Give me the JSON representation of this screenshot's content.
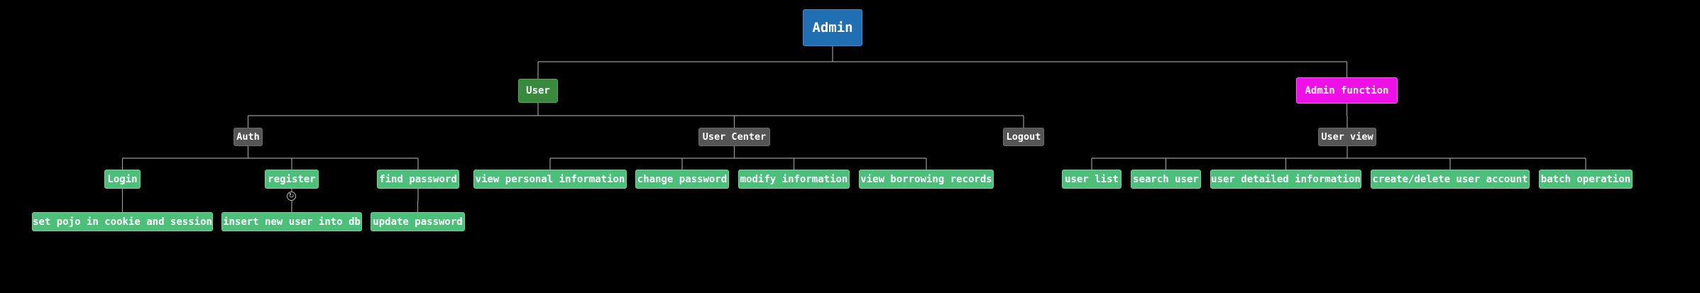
{
  "diagram": {
    "root": {
      "label": "Admin"
    },
    "branches": {
      "user": {
        "label": "User"
      },
      "admin_function": {
        "label": "Admin function"
      }
    },
    "groups": {
      "auth": {
        "label": "Auth"
      },
      "user_center": {
        "label": "User Center"
      },
      "logout": {
        "label": "Logout"
      },
      "user_view": {
        "label": "User view"
      }
    },
    "leaves": {
      "login": {
        "label": "Login"
      },
      "register": {
        "label": "register"
      },
      "find_password": {
        "label": "find password"
      },
      "set_pojo": {
        "label": "set pojo in cookie and session"
      },
      "insert_user": {
        "label": "insert new user into db"
      },
      "update_password": {
        "label": "update password"
      },
      "view_personal": {
        "label": "view personal information"
      },
      "change_password": {
        "label": "change password"
      },
      "modify_information": {
        "label": "modify information"
      },
      "view_borrowing": {
        "label": "view borrowing records"
      },
      "user_list": {
        "label": "user list"
      },
      "search_user": {
        "label": "search user"
      },
      "user_detail": {
        "label": "user detailed information"
      },
      "create_delete": {
        "label": "create/delete user account"
      },
      "batch_operation": {
        "label": "batch operation"
      }
    },
    "colors": {
      "root": "#1f6fb2",
      "user": "#3a8a3e",
      "admin_function": "#ee10e6",
      "group": "#555555",
      "leaf": "#4cbf7a",
      "connector": "#9a9a9a",
      "background": "#000000"
    },
    "icons": {
      "collapse_marker": "clock-collapse-icon"
    }
  }
}
